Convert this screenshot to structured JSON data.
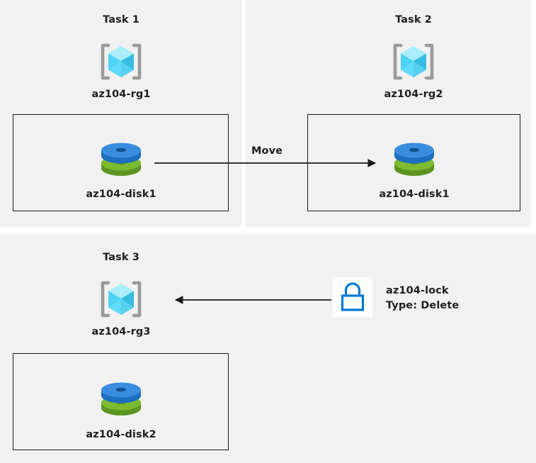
{
  "diagram": {
    "title_hidden": "Azure resource group tasks diagram",
    "background_color": "#ffffff",
    "panel_color": "#f1f1f1",
    "text_color": "#201f1e",
    "accent_blue": "#0078d4",
    "cube_cyan_light": "#9ceaf8",
    "cube_cyan_mid": "#36c5f0",
    "cube_cyan_dark": "#2aa8d4",
    "bracket_gray": "#9a9a9a",
    "disk_blue": "#3a8dde",
    "disk_blue_dark": "#1d6fc0",
    "disk_green": "#7cbb2e",
    "disk_green_dark": "#5d9421",
    "stroke_black": "#1a1a1a"
  },
  "panels": [
    {
      "id": "task1",
      "title": "Task 1",
      "resource_group": {
        "icon": "resource-group-icon",
        "label": "az104-rg1"
      },
      "box": {
        "resource": {
          "icon": "managed-disk-icon",
          "label": "az104-disk1"
        }
      }
    },
    {
      "id": "task2",
      "title": "Task 2",
      "resource_group": {
        "icon": "resource-group-icon",
        "label": "az104-rg2"
      },
      "box": {
        "resource": {
          "icon": "managed-disk-icon",
          "label": "az104-disk1"
        }
      }
    },
    {
      "id": "task3",
      "title": "Task 3",
      "resource_group": {
        "icon": "resource-group-icon",
        "label": "az104-rg3"
      },
      "box": {
        "resource": {
          "icon": "managed-disk-icon",
          "label": "az104-disk2"
        }
      },
      "lock": {
        "icon": "lock-icon",
        "name": "az104-lock",
        "type_line": "Type: Delete"
      }
    }
  ],
  "connectors": [
    {
      "id": "move-arrow",
      "label": "Move",
      "direction": "right",
      "from": "az104-disk1 in az104-rg1",
      "to": "az104-disk1 in az104-rg2"
    },
    {
      "id": "lock-arrow",
      "label": "",
      "direction": "left",
      "from": "az104-lock",
      "to": "az104-rg3"
    }
  ]
}
